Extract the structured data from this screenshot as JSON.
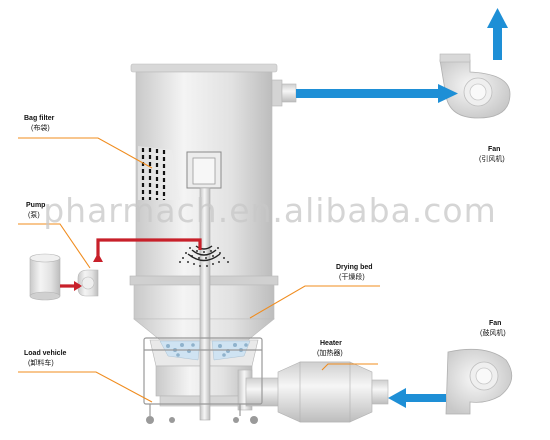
{
  "watermark": "pharmach.en.alibaba.com",
  "labels": {
    "bag_filter": {
      "en": "Bag filter",
      "zh": "(布袋)"
    },
    "pump": {
      "en": "Pump",
      "zh": "(泵)"
    },
    "drying_bed": {
      "en": "Drying bed",
      "zh": "(干燥段)"
    },
    "load_vehicle": {
      "en": "Load vehicle",
      "zh": "(卸料车)"
    },
    "heater": {
      "en": "Heater",
      "zh": "(加热器)"
    },
    "fan_exhaust": {
      "en": "Fan",
      "zh": "(引风机)"
    },
    "fan_blower": {
      "en": "Fan",
      "zh": "(鼓风机)"
    }
  },
  "colors": {
    "air_arrow": "#1e8fd6",
    "liquid_pipe": "#c8202a",
    "leader_line": "#f08c1e",
    "equipment": "#dcdcdc"
  }
}
